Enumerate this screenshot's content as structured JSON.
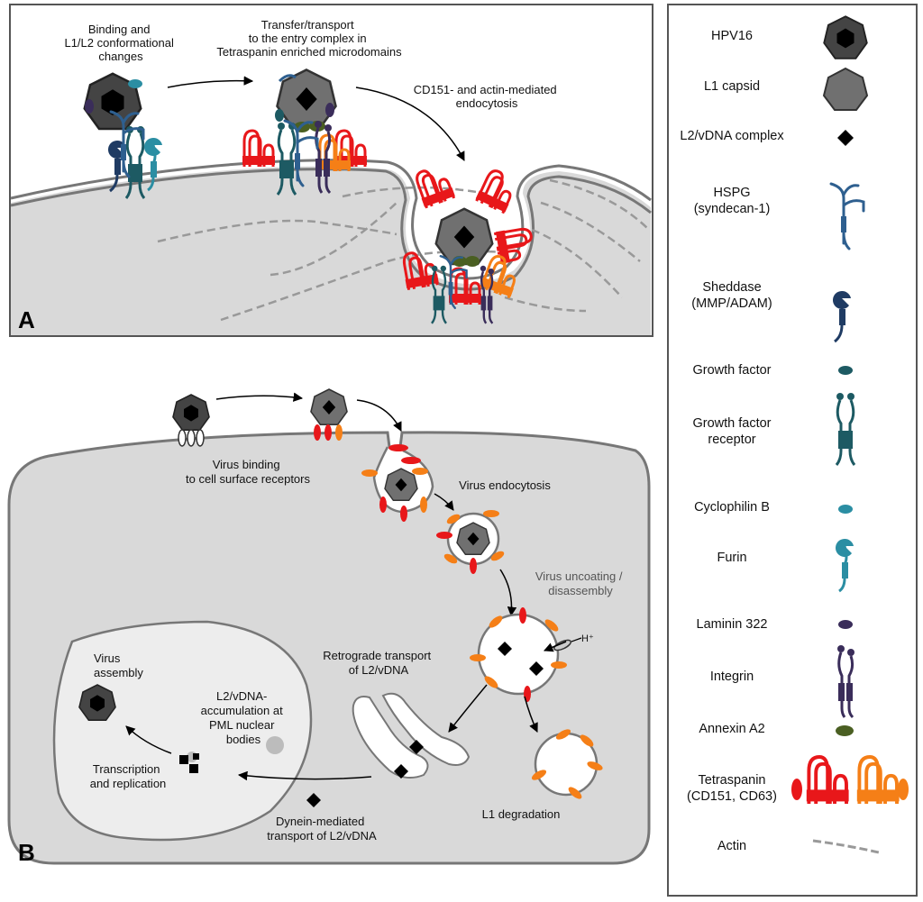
{
  "panel_a": {
    "letter": "A",
    "labels": {
      "binding": [
        "Binding and",
        "L1/L2 conformational",
        "changes"
      ],
      "transfer": [
        "Transfer/transport",
        "to the entry complex in",
        "Tetraspanin enriched microdomains"
      ],
      "endocytosis": [
        "CD151- and actin-mediated",
        "endocytosis"
      ]
    }
  },
  "panel_b": {
    "letter": "B",
    "labels": {
      "virus_binding": [
        "Virus binding",
        "to cell surface receptors"
      ],
      "virus_endocytosis": [
        "Virus endocytosis"
      ],
      "uncoating": [
        "Virus uncoating /",
        "disassembly"
      ],
      "proton": "H⁺",
      "retrograde": [
        "Retrograde transport",
        "of L2/vDNA"
      ],
      "virus_assembly": [
        "Virus",
        "assembly"
      ],
      "pml": [
        "L2/vDNA-",
        "accumulation at",
        "PML nuclear",
        "bodies"
      ],
      "transcription": [
        "Transcription",
        "and replication"
      ],
      "dynein": [
        "Dynein-mediated",
        "transport of L2/vDNA"
      ],
      "l1_degradation": [
        "L1 degradation"
      ]
    }
  },
  "legend": {
    "items": [
      {
        "lines": [
          "HPV16"
        ],
        "icon": "hpv16-icon"
      },
      {
        "lines": [
          "L1 capsid"
        ],
        "icon": "l1-capsid-icon"
      },
      {
        "lines": [
          "L2/vDNA complex"
        ],
        "icon": "l2-vdna-icon"
      },
      {
        "lines": [
          "HSPG",
          "(syndecan-1)"
        ],
        "icon": "hspg-icon"
      },
      {
        "lines": [
          "Sheddase",
          "(MMP/ADAM)"
        ],
        "icon": "sheddase-icon"
      },
      {
        "lines": [
          "Growth factor"
        ],
        "icon": "growth-factor-icon"
      },
      {
        "lines": [
          "Growth factor",
          "receptor"
        ],
        "icon": "growth-factor-receptor-icon"
      },
      {
        "lines": [
          "Cyclophilin B"
        ],
        "icon": "cyclophilin-b-icon"
      },
      {
        "lines": [
          "Furin"
        ],
        "icon": "furin-icon"
      },
      {
        "lines": [
          "Laminin 322"
        ],
        "icon": "laminin-icon"
      },
      {
        "lines": [
          "Integrin"
        ],
        "icon": "integrin-icon"
      },
      {
        "lines": [
          "Annexin A2"
        ],
        "icon": "annexin-icon"
      },
      {
        "lines": [
          "Tetraspanin",
          "(CD151, CD63)"
        ],
        "icon": "tetraspanin-icon"
      },
      {
        "lines": [
          "Actin"
        ],
        "icon": "actin-icon"
      }
    ]
  },
  "colors": {
    "hspg": "#2e5f8f",
    "sheddase": "#1f3b63",
    "growth_factor": "#1d5a63",
    "cyclophilin": "#2b8ea3",
    "laminin": "#3a2d5a",
    "annexin": "#4a5f22",
    "tetraspanin_red": "#e8171a",
    "tetraspanin_orange": "#f57f17",
    "capsid": "#6b6b6b",
    "cell": "#d9d9d9"
  }
}
